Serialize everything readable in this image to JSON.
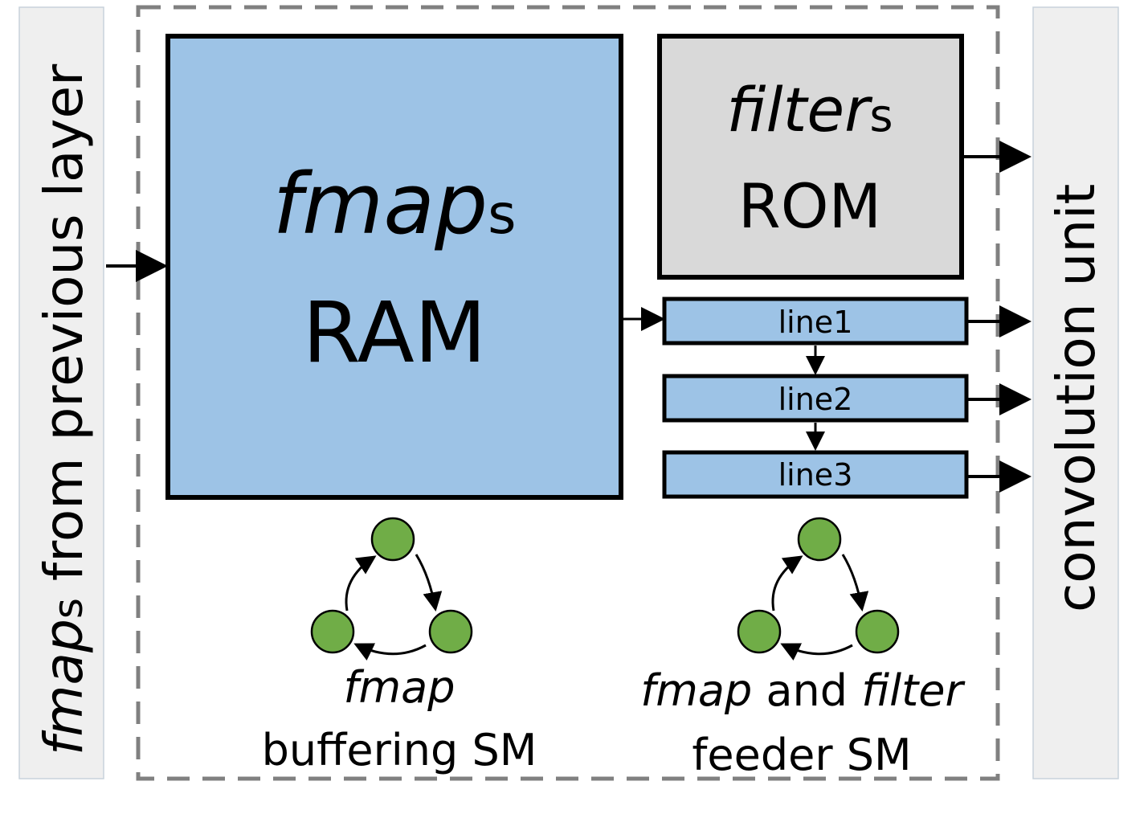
{
  "left_panel": {
    "label_italic": "fmap",
    "label_rest_small": "s",
    "label_rest": " from previous layer"
  },
  "right_panel": {
    "label": "convolution unit"
  },
  "ram_block": {
    "title_italic": "fmap",
    "title_suffix": "s",
    "subtitle": "RAM"
  },
  "rom_block": {
    "title_italic": "filter",
    "title_suffix": "s",
    "subtitle": "ROM"
  },
  "line_buffers": [
    {
      "label": "line1"
    },
    {
      "label": "line2"
    },
    {
      "label": "line3"
    }
  ],
  "state_machines": [
    {
      "line1_italic": "fmap",
      "line2": "buffering SM"
    },
    {
      "line1_italic_a": "fmap",
      "line1_mid": " and ",
      "line1_italic_b": "filter",
      "line2": "feeder SM"
    }
  ],
  "colors": {
    "ram_fill": "#9dc3e6",
    "rom_fill": "#d9d9d9",
    "line_fill": "#9dc3e6",
    "side_panel_fill": "#efefef",
    "state_fill": "#70ad47",
    "dash_border": "#808080"
  }
}
